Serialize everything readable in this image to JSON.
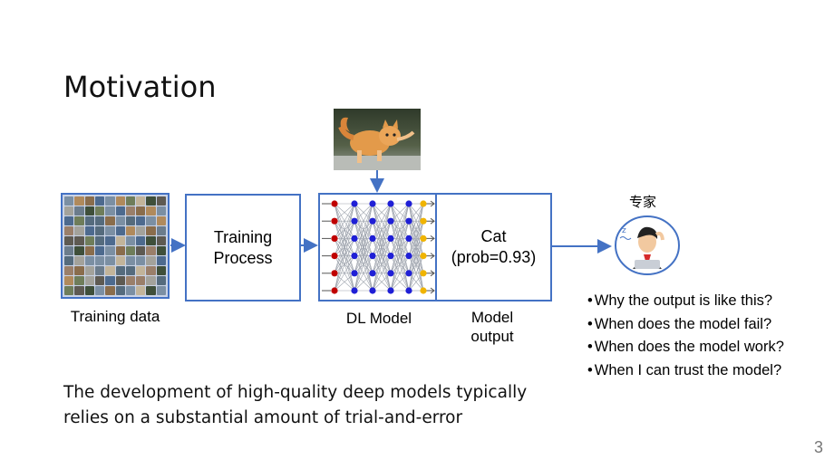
{
  "slide": {
    "title": "Motivation",
    "page_number": "3"
  },
  "diagram": {
    "training_data_label": "Training data",
    "training_process": [
      "Training",
      "Process"
    ],
    "dl_model_label": "DL Model",
    "output_box": [
      "Cat",
      "(prob=0.93)"
    ],
    "model_output_label": [
      "Model",
      "output"
    ],
    "expert_label": "专家"
  },
  "questions": [
    "Why the output is like this?",
    "When does the model fail?",
    "When does the model work?",
    "When I can trust the model?"
  ],
  "bottom_text": [
    "The development of high-quality deep models typically",
    "relies on a substantial amount of trial-and-error"
  ],
  "colors": {
    "accent": "#4472c4",
    "input_node": "#c00000",
    "hidden_node": "#1f1fd6",
    "output_node": "#f0b400"
  }
}
